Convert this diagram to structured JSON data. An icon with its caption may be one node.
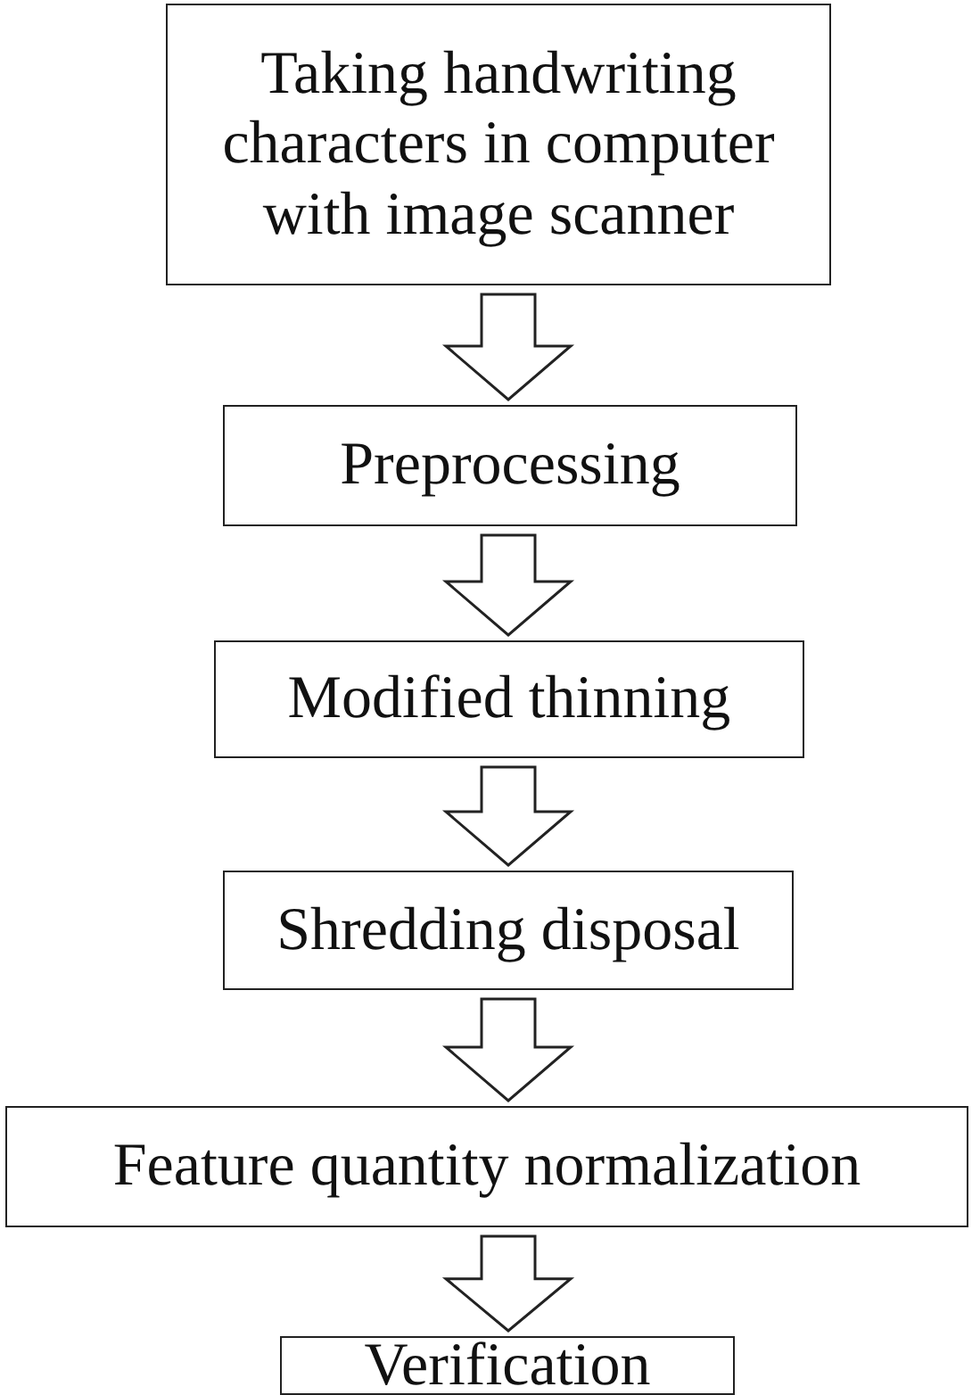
{
  "diagram": {
    "nodes": [
      {
        "text": [
          "Taking handwriting characters in computer with image scanner"
        ]
      },
      {
        "text": [
          "Preprocessing"
        ]
      },
      {
        "text": [
          "Modified thinning"
        ]
      },
      {
        "text": [
          "Shredding disposal"
        ]
      },
      {
        "text": [
          "Feature quantity normalization"
        ]
      },
      {
        "text": [
          "Verification"
        ]
      }
    ],
    "edges": [
      {
        "from": 0,
        "to": 1,
        "arrow": "to"
      },
      {
        "from": 1,
        "to": 2,
        "arrow": "to"
      },
      {
        "from": 2,
        "to": 3,
        "arrow": "to"
      },
      {
        "from": 3,
        "to": 4,
        "arrow": "to"
      },
      {
        "from": 4,
        "to": 5,
        "arrow": "to"
      }
    ]
  }
}
